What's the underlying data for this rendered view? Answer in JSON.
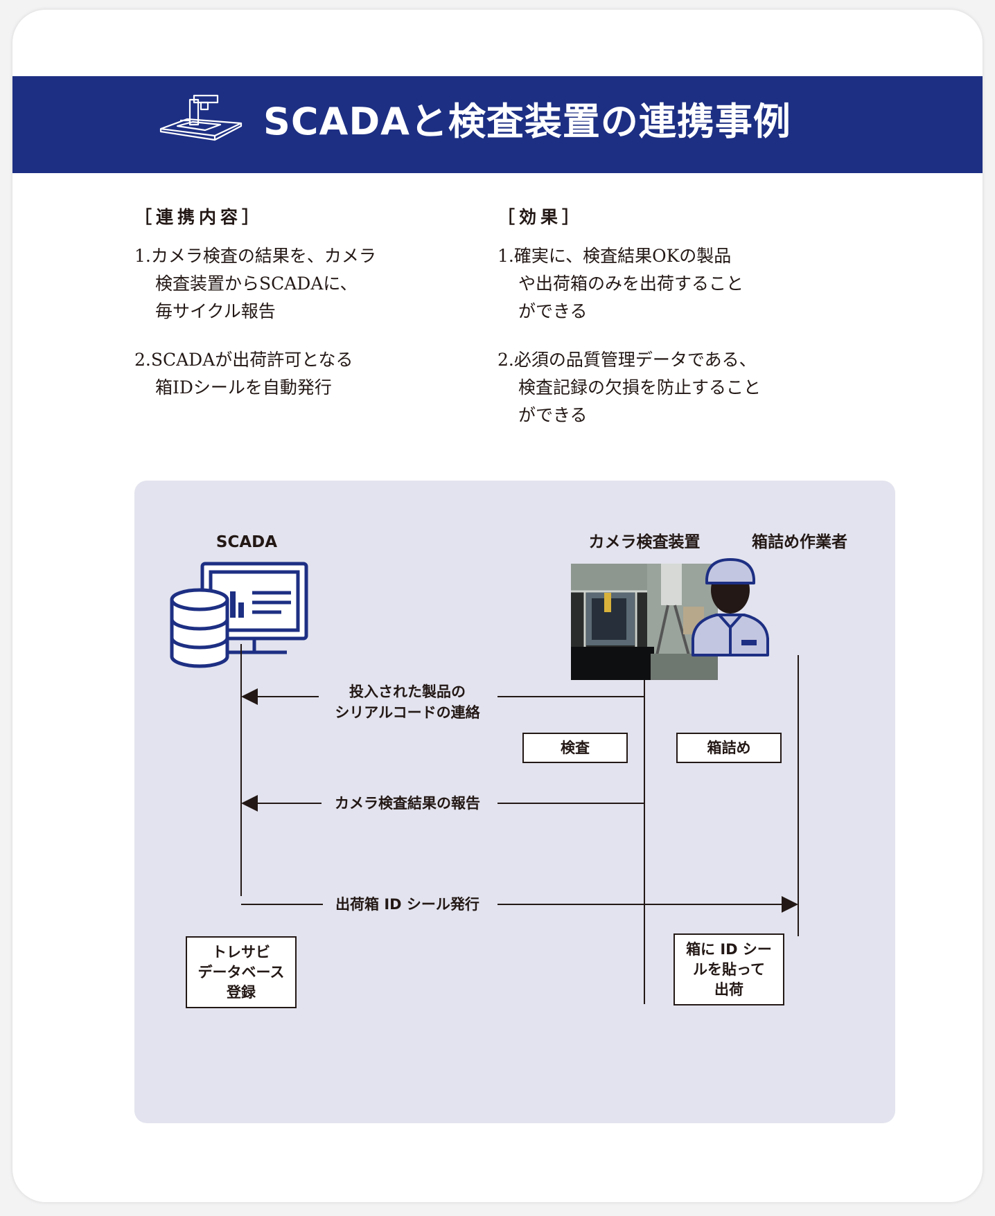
{
  "header": {
    "title": "SCADAと検査装置の連携事例",
    "icon": "inspection-machine-icon"
  },
  "content": {
    "left": {
      "heading": "［連携内容］",
      "items": [
        {
          "lines": [
            "1.カメラ検査の結果を、カメラ",
            "検査装置からSCADAに、",
            "毎サイクル報告"
          ]
        },
        {
          "lines": [
            "2.SCADAが出荷許可となる",
            "箱IDシールを自動発行"
          ]
        }
      ]
    },
    "right": {
      "heading": "［効果］",
      "items": [
        {
          "lines": [
            "1.確実に、検査結果OKの製品",
            "や出荷箱のみを出荷すること",
            "ができる"
          ]
        },
        {
          "lines": [
            "2.必須の品質管理データである、",
            "検査記録の欠損を防止すること",
            "ができる"
          ]
        }
      ]
    }
  },
  "diagram": {
    "actors": {
      "scada": {
        "label": "SCADA",
        "icon": "database-monitor-icon"
      },
      "camera": {
        "label": "カメラ検査装置",
        "image": "camera-inspection-photo"
      },
      "worker": {
        "label": "箱詰め作業者",
        "icon": "worker-icon"
      }
    },
    "messages": {
      "serial": [
        "投入された製品の",
        "シリアルコードの連絡"
      ],
      "result": "カメラ検査結果の報告",
      "label_issue": "出荷箱 ID シール発行"
    },
    "boxes": {
      "inspection": "検査",
      "packing": "箱詰め",
      "db_register": [
        "トレサビ",
        "データベース",
        "登録"
      ],
      "ship": [
        "箱に ID シー",
        "ルを貼って",
        "出荷"
      ]
    },
    "colors": {
      "banner": "#1d2f83",
      "panel": "#e2e3ee",
      "accent": "#1d2f83",
      "worker_fill": "#c3c6e0"
    }
  }
}
